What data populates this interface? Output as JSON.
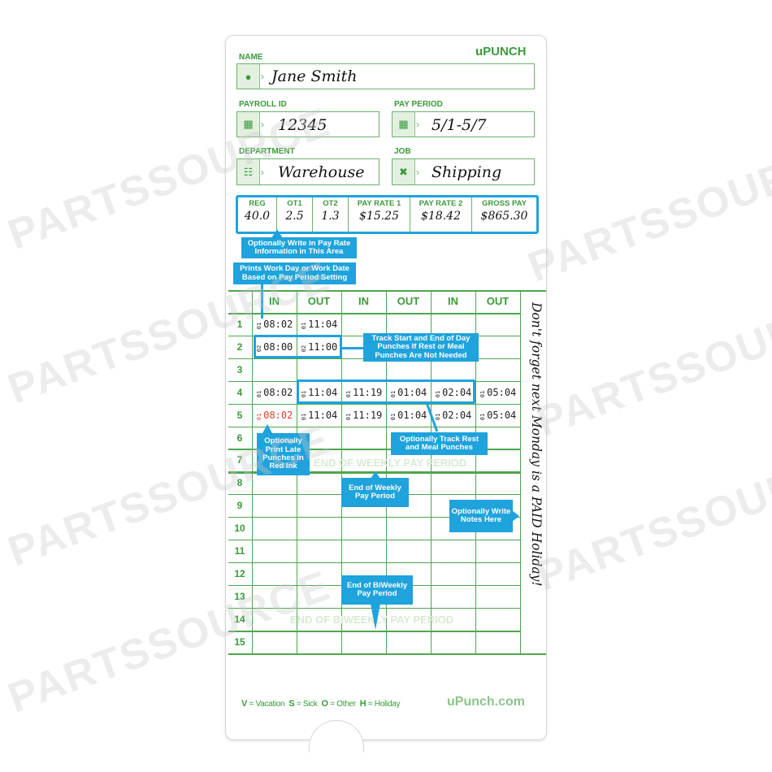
{
  "brand": {
    "logo": "uPUNCH",
    "website": "uPunch.com",
    "green": "#3a9a3a",
    "callout_blue": "#1fa3dc",
    "late_red": "#e53a2a"
  },
  "fields": {
    "name": {
      "label": "NAME",
      "value": "Jane Smith",
      "icon": "person-icon"
    },
    "payroll_id": {
      "label": "PAYROLL ID",
      "value": "12345",
      "icon": "id-badge-icon"
    },
    "pay_period": {
      "label": "PAY PERIOD",
      "value": "5/1-5/7",
      "icon": "calendar-icon"
    },
    "department": {
      "label": "DEPARTMENT",
      "value": "Warehouse",
      "icon": "org-chart-icon"
    },
    "job": {
      "label": "JOB",
      "value": "Shipping",
      "icon": "tools-icon"
    }
  },
  "pay_table": [
    {
      "header": "REG",
      "value": "40.0"
    },
    {
      "header": "OT1",
      "value": "2.5"
    },
    {
      "header": "OT2",
      "value": "1.3"
    },
    {
      "header": "PAY RATE 1",
      "value": "$15.25"
    },
    {
      "header": "PAY RATE 2",
      "value": "$18.42"
    },
    {
      "header": "GROSS PAY",
      "value": "$865.30"
    }
  ],
  "grid": {
    "columns": [
      "IN",
      "OUT",
      "IN",
      "OUT",
      "IN",
      "OUT"
    ],
    "rows": [
      {
        "n": "1",
        "punches": [
          {
            "d": "01",
            "t": "08:02"
          },
          {
            "d": "01",
            "t": "11:04"
          },
          null,
          null,
          null,
          null
        ]
      },
      {
        "n": "2",
        "punches": [
          {
            "d": "02",
            "t": "08:00"
          },
          {
            "d": "02",
            "t": "11:00"
          },
          null,
          null,
          null,
          null
        ]
      },
      {
        "n": "3",
        "punches": [
          null,
          null,
          null,
          null,
          null,
          null
        ]
      },
      {
        "n": "4",
        "punches": [
          {
            "d": "01",
            "t": "08:02"
          },
          {
            "d": "01",
            "t": "11:04"
          },
          {
            "d": "01",
            "t": "11:19"
          },
          {
            "d": "01",
            "t": "01:04"
          },
          {
            "d": "01",
            "t": "02:04"
          },
          {
            "d": "01",
            "t": "05:04"
          }
        ]
      },
      {
        "n": "5",
        "punches": [
          {
            "d": "01",
            "t": "08:02",
            "late": true
          },
          {
            "d": "01",
            "t": "11:04"
          },
          {
            "d": "01",
            "t": "11:19"
          },
          {
            "d": "01",
            "t": "01:04"
          },
          {
            "d": "01",
            "t": "02:04"
          },
          {
            "d": "01",
            "t": "05:04"
          }
        ]
      },
      {
        "n": "6",
        "punches": []
      },
      {
        "n": "7",
        "punches": []
      },
      {
        "n": "8",
        "punches": []
      },
      {
        "n": "9",
        "punches": []
      },
      {
        "n": "10",
        "punches": []
      },
      {
        "n": "11",
        "punches": []
      },
      {
        "n": "12",
        "punches": []
      },
      {
        "n": "13",
        "punches": []
      },
      {
        "n": "14",
        "punches": []
      },
      {
        "n": "15",
        "punches": []
      }
    ],
    "weekly_marker": "END OF WEEKLY PAY PERIOD",
    "biweekly_marker": "END OF BIWEEKLY PAY PERIOD",
    "notes": "Don't forget next Monday is a PAID Holiday!"
  },
  "callouts": {
    "pay_rate": "Optionally Write in Pay Rate Information in This Area",
    "work_day": "Prints Work Day or Work Date Based on Pay Period Setting",
    "start_end": "Track Start and End of Day Punches If Rest or Meal Punches Are Not Needed",
    "rest_meal": "Optionally Track Rest and Meal Punches",
    "late": "Optionally Print Late Punches in Red Ink",
    "weekly": "End of Weekly Pay Period",
    "notes": "Optionally Write Notes Here",
    "biweekly": "End of BiWeekly Pay Period"
  },
  "legend": [
    {
      "key": "V",
      "label": "Vacation"
    },
    {
      "key": "S",
      "label": "Sick"
    },
    {
      "key": "O",
      "label": "Other"
    },
    {
      "key": "H",
      "label": "Holiday"
    }
  ],
  "watermark": "PARTSSOURCE"
}
